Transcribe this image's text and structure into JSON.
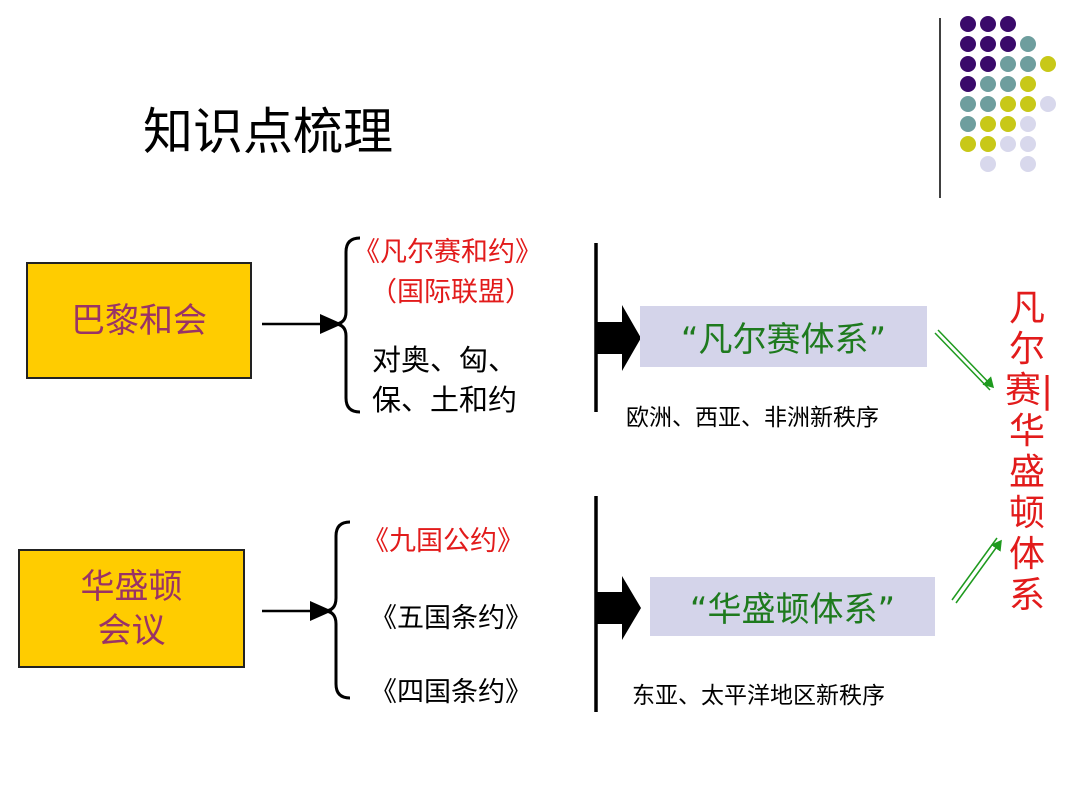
{
  "title": "知识点梳理",
  "paris": {
    "box_lines": [
      "巴黎和会"
    ],
    "treaty_main": "《凡尔赛和约》",
    "league": "（国际联盟）",
    "other_treaties": [
      "对奥、匈、",
      "保、土和约"
    ],
    "system": "“凡尔赛体系”",
    "scope": "欧洲、西亚、非洲新秩序"
  },
  "washington": {
    "box_lines": [
      "华盛顿",
      "会议"
    ],
    "treaties": [
      "《九国公约》",
      "《五国条约》",
      "《四国条约》"
    ],
    "system": "“华盛顿体系”",
    "scope": "东亚、太平洋地区新秩序"
  },
  "combined_system": "凡尔赛|华盛顿体系",
  "colors": {
    "box_fill": "#ffcc00",
    "box_text": "#993366",
    "treaty_red": "#e21b1b",
    "system_green": "#1e7a1e",
    "system_bg": "#d4d4ea",
    "dot_purple": "#3a0a6a",
    "dot_teal": "#6e9e9e",
    "dot_yellow": "#c8c818",
    "dot_lavender": "#d8d8ec"
  }
}
